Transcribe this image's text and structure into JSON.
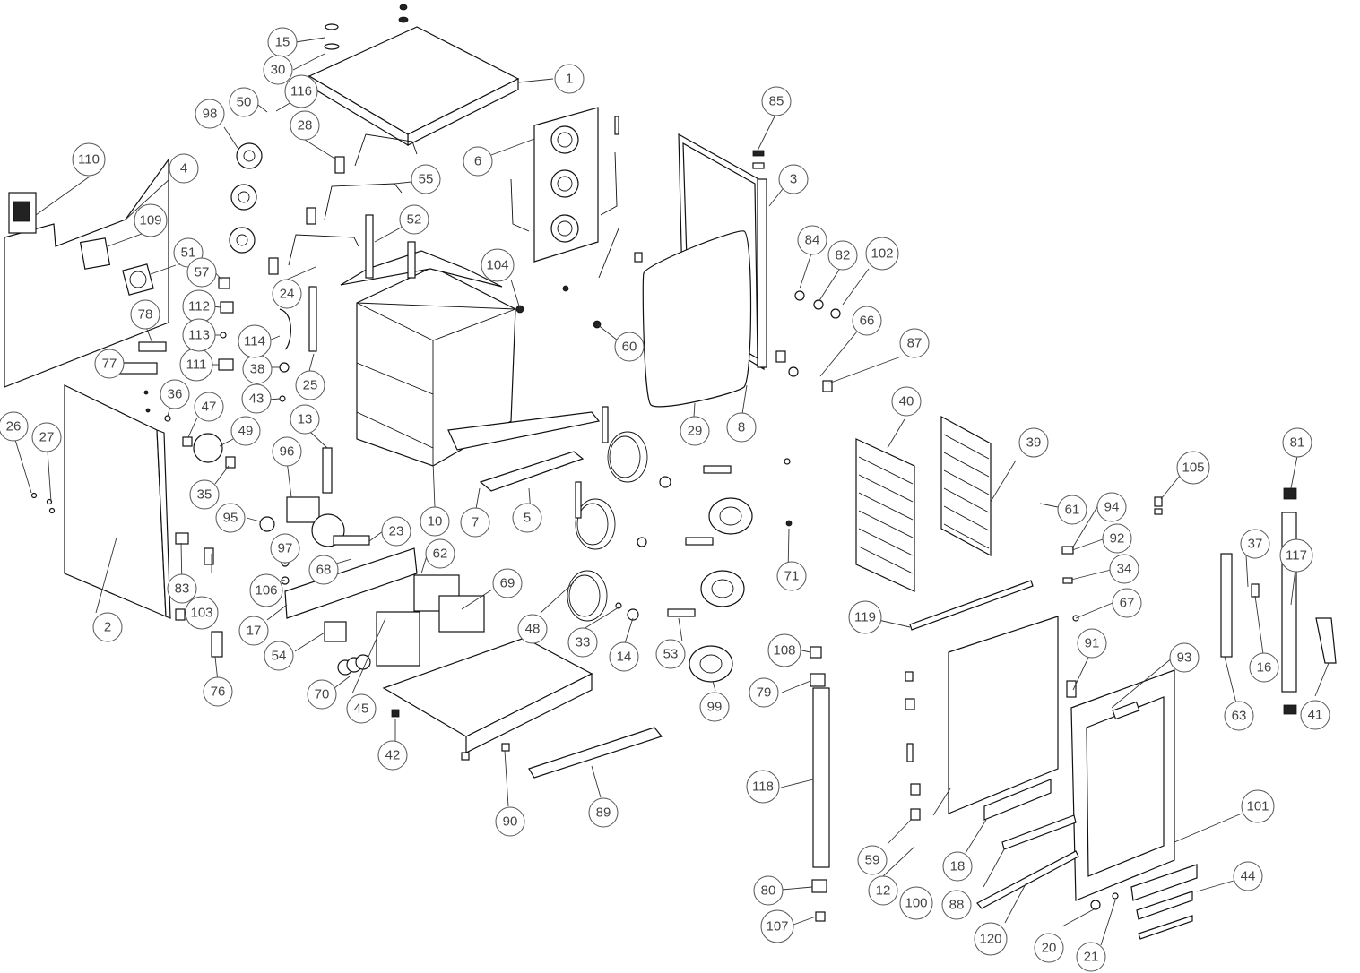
{
  "diagram": {
    "type": "exploded-parts-view",
    "callout_labels": [
      "1",
      "2",
      "3",
      "4",
      "5",
      "6",
      "7",
      "8",
      "10",
      "12",
      "13",
      "14",
      "15",
      "16",
      "17",
      "18",
      "20",
      "21",
      "23",
      "24",
      "25",
      "26",
      "27",
      "28",
      "29",
      "30",
      "33",
      "34",
      "35",
      "36",
      "37",
      "38",
      "39",
      "40",
      "41",
      "42",
      "43",
      "44",
      "45",
      "47",
      "48",
      "49",
      "50",
      "51",
      "52",
      "53",
      "54",
      "55",
      "57",
      "59",
      "60",
      "61",
      "62",
      "63",
      "66",
      "67",
      "68",
      "69",
      "70",
      "71",
      "76",
      "77",
      "78",
      "79",
      "80",
      "81",
      "82",
      "83",
      "84",
      "85",
      "87",
      "88",
      "89",
      "90",
      "91",
      "92",
      "93",
      "94",
      "95",
      "96",
      "97",
      "98",
      "99",
      "100",
      "101",
      "102",
      "103",
      "104",
      "105",
      "106",
      "107",
      "108",
      "109",
      "110",
      "111",
      "112",
      "113",
      "114",
      "116",
      "117",
      "118",
      "119",
      "120"
    ]
  }
}
